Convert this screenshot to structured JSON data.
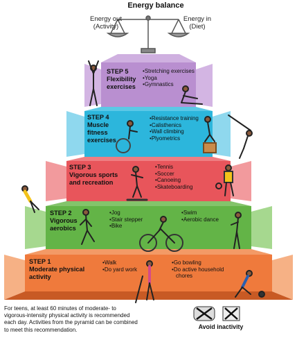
{
  "header": {
    "title": "Energy balance",
    "energy_out": [
      "Energy out",
      "(Activity)"
    ],
    "energy_in": [
      "Energy in",
      "(Diet)"
    ]
  },
  "steps": [
    {
      "step": "STEP 5",
      "title": [
        "Flexibility",
        "exercises"
      ],
      "items": [
        "Stretching exercises",
        "Yoga",
        "Gymnastics"
      ]
    },
    {
      "step": "STEP 4",
      "title": [
        "Muscle",
        "fitness",
        "exercises"
      ],
      "items": [
        "Resistance training",
        "Calisthenics",
        "Wall climbing",
        "Plyometrics"
      ]
    },
    {
      "step": "STEP 3",
      "title": [
        "Vigorous sports",
        "and recreation"
      ],
      "items": [
        "Tennis",
        "Soccer",
        "Canoeing",
        "Skateboarding"
      ]
    },
    {
      "step": "STEP 2",
      "title": [
        "Vigorous",
        "aerobics"
      ],
      "items": [
        "Jog",
        "Stair stepper",
        "Bike"
      ],
      "items2": [
        "Swim",
        "Aerobic dance"
      ]
    },
    {
      "step": "STEP 1",
      "title": [
        "Moderate physical",
        "activity"
      ],
      "items": [
        "Walk",
        "Do yard work"
      ],
      "items2": [
        "Go bowling",
        "Do active household",
        "chores"
      ]
    }
  ],
  "footer": {
    "note": [
      "For teens, at least 60 minutes of moderate- to",
      "vigorous-intensity physical activity is recommended",
      "each day. Activities from the pyramid can be combined",
      "to meet this recommendation."
    ],
    "avoid": "Avoid inactivity"
  },
  "colors": {
    "step5": "#b98fd0",
    "step5_side": "#d3b5e3",
    "step4": "#2cb6dc",
    "step4_side": "#8fd8ee",
    "step3": "#e8555b",
    "step3_side": "#f29a9d",
    "step2": "#63b447",
    "step2_side": "#a6d88f",
    "step1": "#ef7a3c",
    "step1_side": "#f6b185"
  }
}
